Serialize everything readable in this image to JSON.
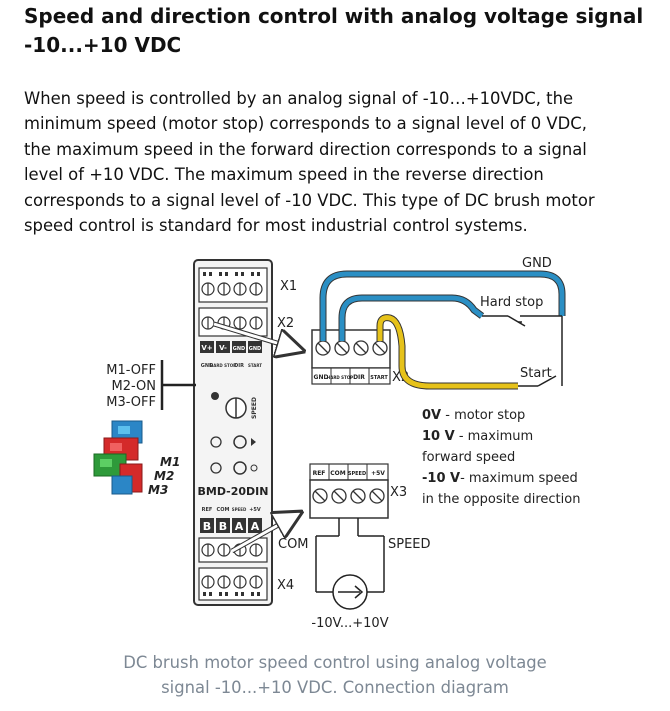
{
  "heading": {
    "line1": "Speed and direction control with analog voltage signal",
    "line2": "-10...+10 VDC"
  },
  "paragraph": [
    "When speed is controlled by an analog signal of -10…+10VDC, the",
    "minimum speed (motor stop) corresponds to a signal level of 0 VDC,",
    "the maximum speed in the forward direction corresponds to a signal",
    "level of +10 VDC. The maximum speed in the reverse direction",
    "corresponds to a signal level of -10 VDC. This type of DC brush motor",
    "speed control is standard for most industrial control systems."
  ],
  "diagram": {
    "device_name": "BMD-20DIN",
    "connectors": {
      "x1": "X1",
      "x2": "X2",
      "x2_zoom": "X2",
      "x3": "X3",
      "x4": "X4"
    },
    "x2_top_labels": [
      "V+",
      "V-",
      "GND",
      "GND"
    ],
    "x2_bottom_labels": [
      "GND",
      "HARD STOP",
      "DIR",
      "START"
    ],
    "x2_zoom_labels": [
      "GND",
      "HARD STOP",
      "DIR",
      "START"
    ],
    "x3_zoom_labels": [
      "REF",
      "COM",
      "SPEED",
      "+5V"
    ],
    "x3_device_labels": [
      "REF",
      "COM",
      "SPEED",
      "+5V"
    ],
    "mode_letters": [
      "B",
      "B",
      "A",
      "A"
    ],
    "speed_label": "SPEED",
    "switch_settings": [
      "M1-OFF",
      "M2-ON",
      "M3-OFF"
    ],
    "switch_names": [
      "M1",
      "M2",
      "M3"
    ],
    "wire_labels": {
      "gnd": "GND",
      "hard_stop": "Hard stop",
      "start": "Start",
      "com": "COM",
      "speed": "SPEED"
    },
    "source_label": "-10V...+10V",
    "notes": [
      {
        "bold": "0V",
        "text": " - motor stop"
      },
      {
        "bold": "10 V",
        "text": " - maximum"
      },
      {
        "bold": "",
        "text": "forward speed"
      },
      {
        "bold": "-10 V",
        "text": "- maximum speed"
      },
      {
        "bold": "",
        "text": "in the opposite direction"
      }
    ],
    "colors": {
      "blue_wire": "#2b8fc4",
      "yellow_wire": "#e6c21a",
      "board": "#2a2a2a"
    }
  },
  "caption": {
    "line1": "DC brush motor speed control using analog voltage",
    "line2": "signal -10...+10 VDC. Connection diagram"
  }
}
